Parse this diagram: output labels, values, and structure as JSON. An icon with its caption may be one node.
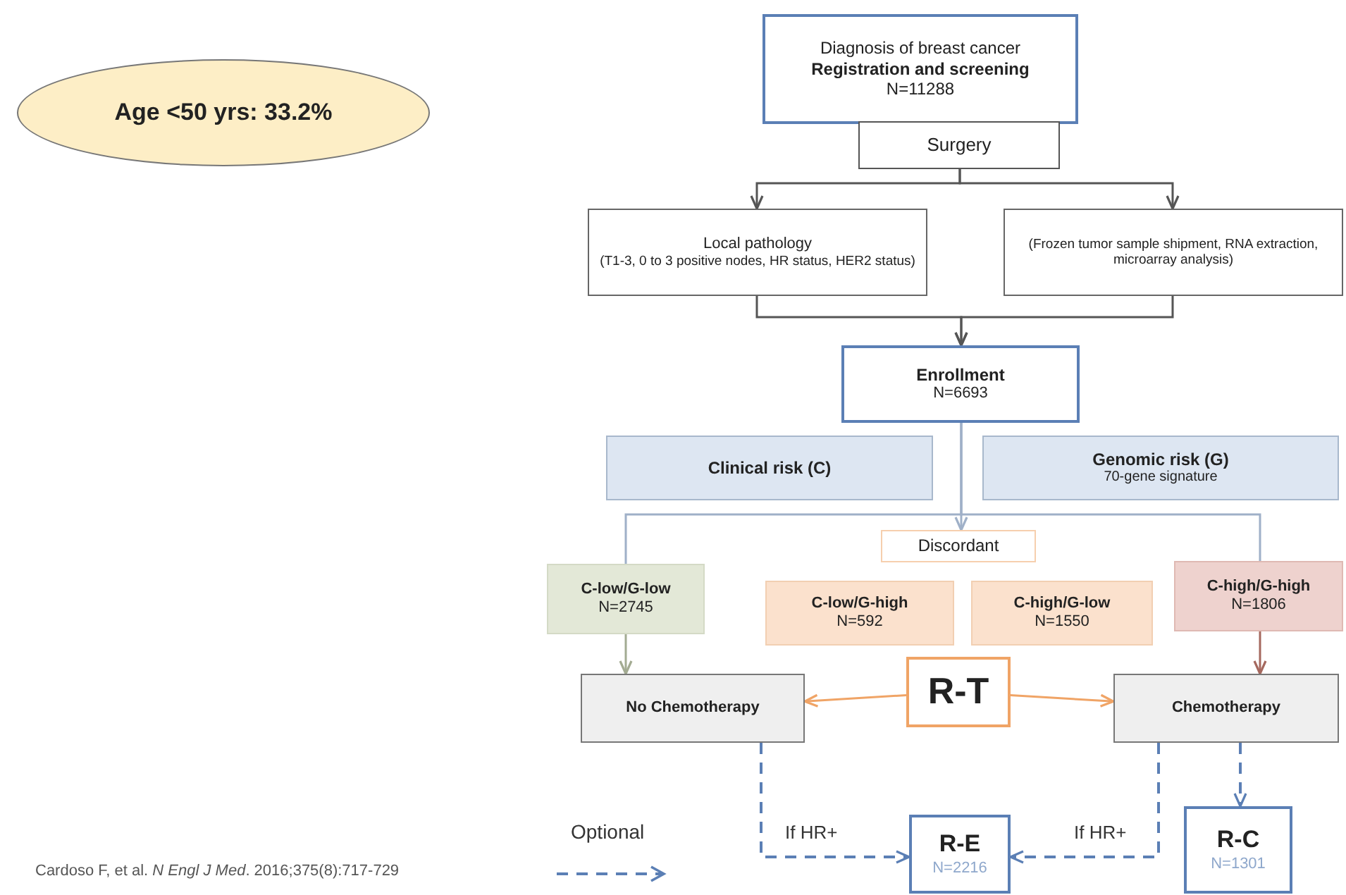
{
  "diagram": {
    "nodes": [
      {
        "text": [
          "Age <50 yrs: 33.2%"
        ]
      },
      {
        "text": [
          "Diagnosis of breast cancer",
          "Registration and screening",
          "N=11288"
        ]
      },
      {
        "text": [
          "Surgery"
        ]
      },
      {
        "text": [
          "Local pathology",
          "(T1-3, 0 to 3 positive nodes, HR status, HER2 status)"
        ]
      },
      {
        "text": [
          "(Frozen tumor sample shipment, RNA extraction, microarray analysis)"
        ]
      },
      {
        "text": [
          "Enrollment",
          "N=6693"
        ]
      },
      {
        "text": [
          "Clinical risk (C)"
        ]
      },
      {
        "text": [
          "Genomic risk (G)",
          "70-gene signature"
        ]
      },
      {
        "text": [
          "Discordant"
        ]
      },
      {
        "text": [
          "C-low/G-low",
          "N=2745"
        ]
      },
      {
        "text": [
          "C-low/G-high",
          "N=592"
        ]
      },
      {
        "text": [
          "C-high/G-low",
          "N=1550"
        ]
      },
      {
        "text": [
          "C-high/G-high",
          "N=1806"
        ]
      },
      {
        "text": [
          "No Chemotherapy"
        ]
      },
      {
        "text": [
          "R-T"
        ]
      },
      {
        "text": [
          "Chemotherapy"
        ]
      },
      {
        "text": [
          "R-E",
          "N=2216"
        ]
      },
      {
        "text": [
          "R-C",
          "N=1301"
        ]
      }
    ],
    "edges": [
      {
        "from": 2,
        "to": 3,
        "arrow": "to"
      },
      {
        "from": 2,
        "to": 4,
        "arrow": "to"
      },
      {
        "from": 3,
        "to": 5,
        "arrow": "to"
      },
      {
        "from": 4,
        "to": 5,
        "arrow": "to"
      },
      {
        "from": 5,
        "to": 8,
        "arrow": "to",
        "color": "#9fb0c8"
      },
      {
        "from": 5,
        "to": 9,
        "arrow": "none",
        "color": "#9fb0c8"
      },
      {
        "from": 5,
        "to": 12,
        "arrow": "none",
        "color": "#9fb0c8"
      },
      {
        "from": 9,
        "to": 13,
        "arrow": "to",
        "color": "#a3ab92"
      },
      {
        "from": 12,
        "to": 15,
        "arrow": "to",
        "color": "#a5685e"
      },
      {
        "from": 14,
        "to": 13,
        "arrow": "to",
        "color": "#f0a466"
      },
      {
        "from": 14,
        "to": 15,
        "arrow": "to",
        "color": "#f0a466"
      },
      {
        "from": 13,
        "to": 16,
        "arrow": "to",
        "label": "If HR+",
        "style": "dashed",
        "color": "#5b7fb5"
      },
      {
        "from": 15,
        "to": 16,
        "arrow": "to",
        "label": "If HR+",
        "style": "dashed",
        "color": "#5b7fb5"
      },
      {
        "from": 15,
        "to": 17,
        "arrow": "to",
        "style": "dashed",
        "color": "#5b7fb5"
      }
    ],
    "labels": [
      "Cardoso F, et al. *N Engl J Med*. 2016;375(8):717-729"
    ],
    "legend": [
      {
        "text": "Optional"
      }
    ]
  }
}
